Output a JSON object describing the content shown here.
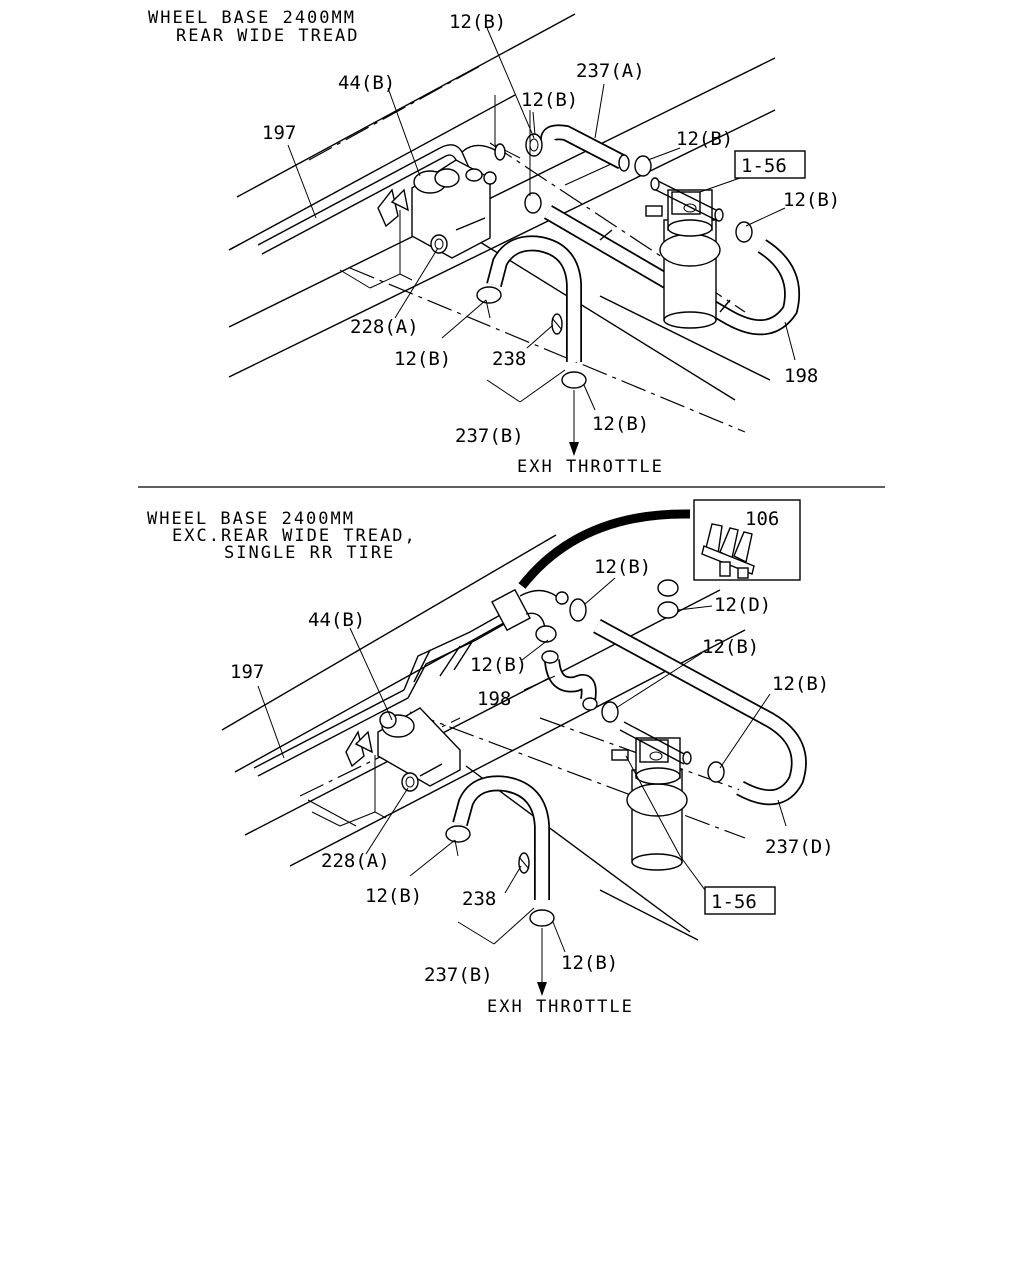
{
  "top_section": {
    "header": [
      "WHEEL BASE 2400MM",
      "REAR WIDE TREAD"
    ],
    "labels": {
      "l_12b_top": "12(B)",
      "l_237a": "237(A)",
      "l_44b": "44(B)",
      "l_12b_a": "12(B)",
      "l_197": "197",
      "l_12b_b": "12(B)",
      "l_1_56": "1-56",
      "l_12b_c": "12(B)",
      "l_228a": "228(A)",
      "l_12b_d": "12(B)",
      "l_238": "238",
      "l_198": "198",
      "l_237b": "237(B)",
      "l_12b_e": "12(B)"
    },
    "footer": "EXH THROTTLE"
  },
  "bottom_section": {
    "header": [
      "WHEEL BASE 2400MM",
      "EXC.REAR WIDE TREAD,",
      "SINGLE RR TIRE"
    ],
    "labels": {
      "l_106": "106",
      "l_12b_a": "12(B)",
      "l_12d": "12(D)",
      "l_44b": "44(B)",
      "l_12b_b": "12(B)",
      "l_12b_c": "12(B)",
      "l_197": "197",
      "l_198": "198",
      "l_12b_d": "12(B)",
      "l_237d": "237(D)",
      "l_228a": "228(A)",
      "l_12b_e": "12(B)",
      "l_238": "238",
      "l_1_56": "1-56",
      "l_237b": "237(B)",
      "l_12b_f": "12(B)"
    },
    "footer": "EXH THROTTLE"
  }
}
